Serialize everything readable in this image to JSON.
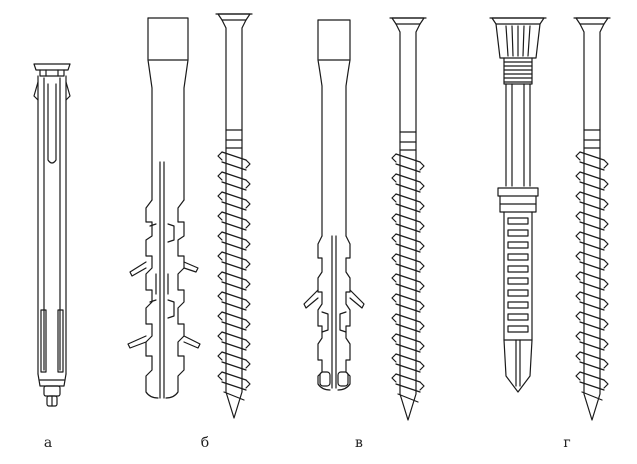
{
  "figure": {
    "labels": {
      "a": "а",
      "b": "б",
      "v": "в",
      "g": "г"
    },
    "colors": {
      "ink": "#1a1a1a",
      "paper": "#ffffff",
      "shade": "#d8d8d8"
    }
  }
}
